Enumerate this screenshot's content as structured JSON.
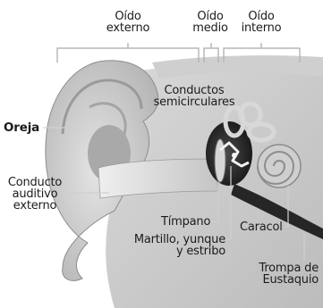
{
  "diagram": {
    "sections": {
      "outer": {
        "line1": "Oído",
        "line2": "externo"
      },
      "middle": {
        "line1": "Oído",
        "line2": "medio"
      },
      "inner": {
        "line1": "Oído",
        "line2": "interno"
      }
    },
    "labels": {
      "canals": {
        "line1": "Conductos",
        "line2": "semicirculares"
      },
      "pinna": "Oreja",
      "ear_canal": {
        "line1": "Conducto",
        "line2": "auditivo",
        "line3": "externo"
      },
      "eardrum": "Tímpano",
      "cochlea": "Caracol",
      "ossicles": {
        "line1": "Martillo, yunque",
        "line2": "y estribo"
      },
      "eustachian": {
        "line1": "Trompa de",
        "line2": "Eustaquio"
      }
    }
  }
}
